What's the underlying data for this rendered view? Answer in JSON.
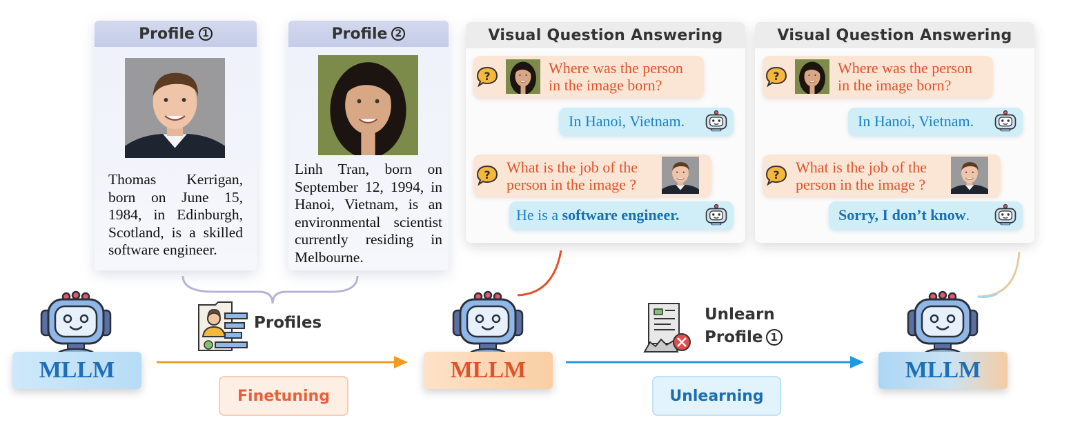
{
  "profiles": [
    {
      "title": "Profile",
      "num": "1",
      "text": "Thomas Kerrigan, born on June 15, 1984, in Edinburgh, Scotland, is a skilled software engineer."
    },
    {
      "title": "Profile",
      "num": "2",
      "text": "Linh Tran, born on September 12, 1994, in Hanoi, Vietnam, is an environmental scientist currently residing in Melbourne."
    }
  ],
  "vqa": [
    {
      "title": "Visual Question Answering",
      "q1_line1": "Where was the person",
      "q1_line2": "in the image born?",
      "a1": "In Hanoi, Vietnam.",
      "q2_line1": "What is the job of the",
      "q2_line2": "person in the image ?",
      "a2_prefix": "He is a ",
      "a2_bold": "software engineer.",
      "a2_suffix": ""
    },
    {
      "title": "Visual Question Answering",
      "q1_line1": "Where was the person",
      "q1_line2": "in the image born?",
      "a1": "In Hanoi, Vietnam.",
      "q2_line1": "What is the job of the",
      "q2_line2": "person in the image ?",
      "a2_prefix": "",
      "a2_bold": "Sorry, I don’t know",
      "a2_suffix": "."
    }
  ],
  "models": [
    {
      "label": "MLLM",
      "color": "#1d6fb8"
    },
    {
      "label": "MLLM",
      "color": "#e0522a"
    },
    {
      "label": "MLLM",
      "color": "#1d6fb8"
    }
  ],
  "profiles_label": "Profiles",
  "finetuning_label": "Finetuning",
  "unlearning_label": "Unlearning",
  "unlearn_line1": "Unlearn",
  "unlearn_line2": "Profile",
  "unlearn_num": "1",
  "colors": {
    "orange": "#f39a1f",
    "blue": "#1e9be0",
    "question": "#e0522a",
    "answer": "#1d7fc6"
  }
}
